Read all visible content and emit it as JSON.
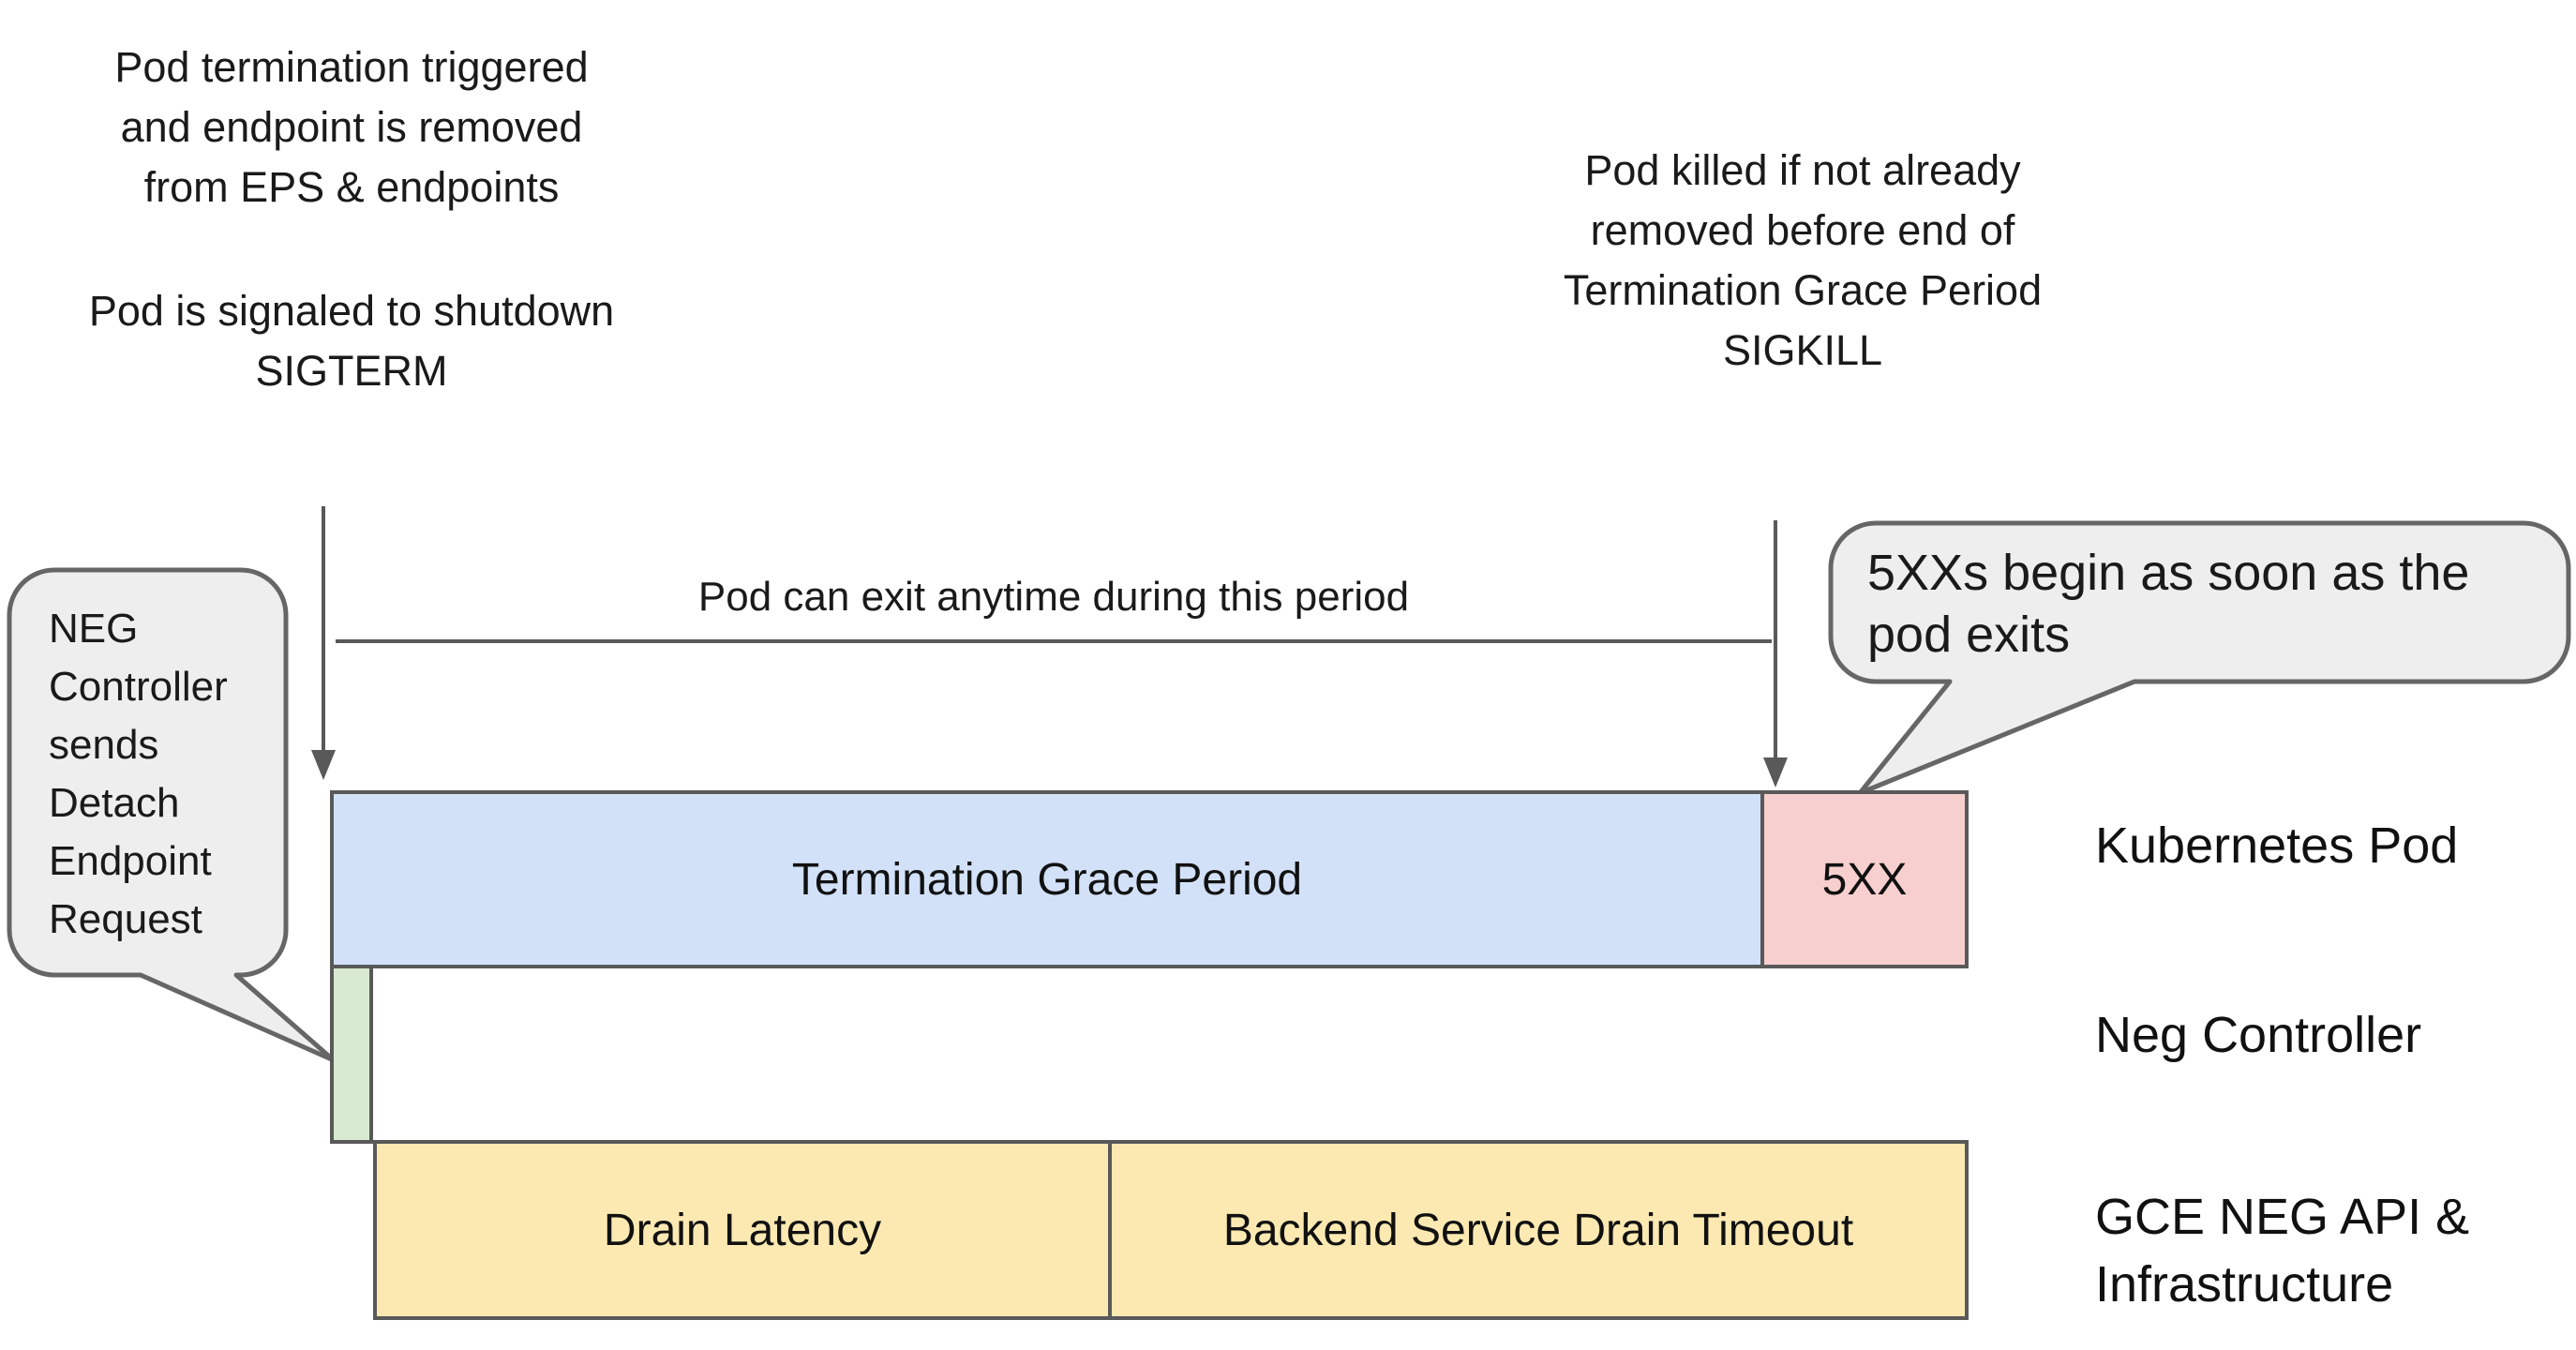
{
  "colors": {
    "background": "#ffffff",
    "bar_border": "#595959",
    "line": "#595959",
    "callout_fill": "#eeeeee",
    "callout_border": "#666666",
    "grace_period_bar": "#d2e1f8",
    "fivexx_bar": "#f7cfcf",
    "neg_detach_bar": "#d9ead3",
    "drain_bar": "#fce9b2",
    "text": "#1a1a1a"
  },
  "annotations": {
    "top_left": {
      "para1_lines": [
        "Pod termination triggered",
        "and endpoint is removed",
        "from EPS & endpoints"
      ],
      "para2_lines": [
        "Pod is signaled to shutdown",
        "SIGTERM"
      ]
    },
    "top_right": {
      "lines": [
        "Pod killed if not already",
        "removed before end of",
        "Termination Grace Period",
        "SIGKILL"
      ]
    },
    "exit_period_note": "Pod can exit anytime during this period"
  },
  "callouts": {
    "neg_controller": {
      "lines": [
        "NEG",
        "Controller",
        "sends",
        "Detach",
        "Endpoint",
        "Request"
      ]
    },
    "five_xx": {
      "lines": [
        "5XXs begin as soon as the",
        "pod exits"
      ]
    }
  },
  "timeline": {
    "kubernetes_pod": {
      "row_label": "Kubernetes Pod",
      "grace_label": "Termination Grace Period",
      "fivexx_label": "5XX"
    },
    "neg_controller": {
      "row_label": "Neg Controller"
    },
    "gce": {
      "row_label_lines": [
        "GCE NEG API &",
        "Infrastructure"
      ],
      "drain_latency_label": "Drain Latency",
      "drain_timeout_label": "Backend Service Drain Timeout"
    }
  }
}
